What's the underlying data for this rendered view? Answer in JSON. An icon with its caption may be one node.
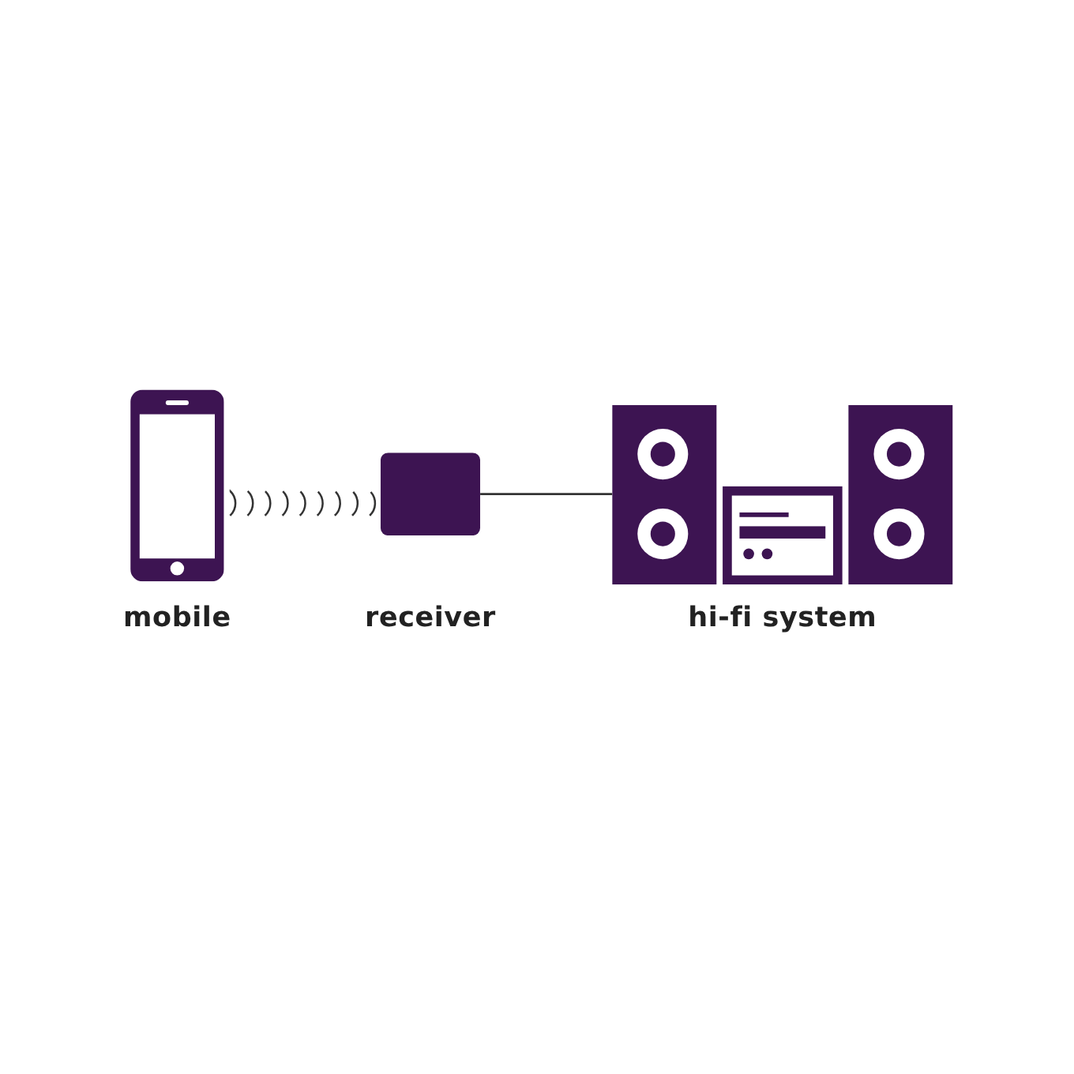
{
  "diagram": {
    "nodes": [
      {
        "text": [
          "mobile"
        ]
      },
      {
        "text": [
          "receiver"
        ]
      },
      {
        "text": [
          "hi-fi system"
        ]
      }
    ],
    "edges": [
      {
        "from": 0,
        "to": 1,
        "arrow": "none",
        "style": "dashed"
      },
      {
        "from": 1,
        "to": 2,
        "arrow": "none"
      }
    ]
  }
}
